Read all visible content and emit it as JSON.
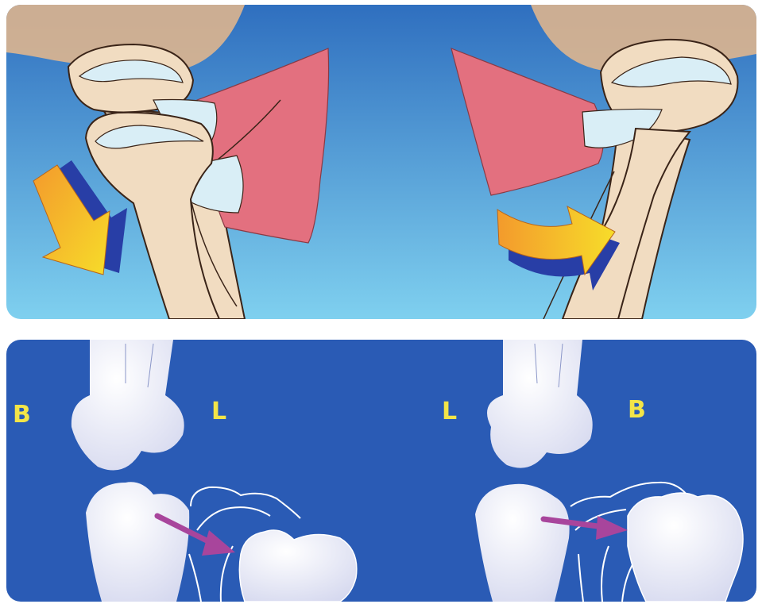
{
  "colors": {
    "top_bg_top": "#2f6fbf",
    "top_bg_bottom": "#7fd0ef",
    "bottom_bg": "#2a5bb5",
    "bone": "#f1dcc1",
    "bone_outline": "#3a2418",
    "cartilage": "#d9eef6",
    "muscle": "#e3707f",
    "arrow_orange": "#f39a2c",
    "arrow_yellow": "#f7dd2a",
    "arrow_shadow": "#283ea6",
    "foot_bone": "#eef0fb",
    "motion_arrow": "#a8459c",
    "label_color": "#f3e548"
  },
  "icons": {
    "top_left_arrow": "down-right-arrow",
    "top_right_arrow": "curved-right-arrow",
    "bottom_left_arrow": "down-right-arrow",
    "bottom_right_arrow": "right-arrow"
  },
  "labels": {
    "bottom_left_side": "B",
    "bottom_left_center": "L",
    "bottom_right_center": "L",
    "bottom_right_side": "B"
  }
}
